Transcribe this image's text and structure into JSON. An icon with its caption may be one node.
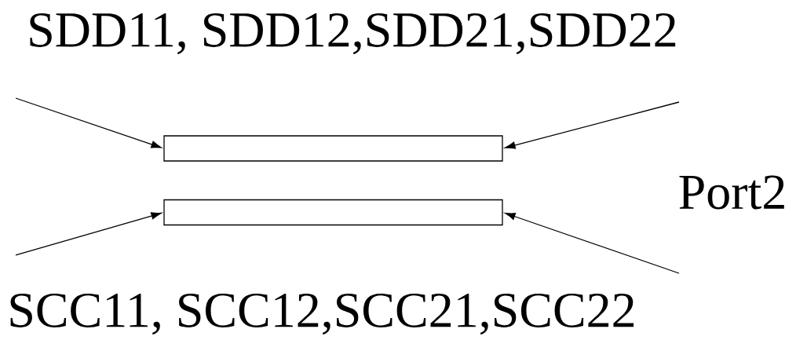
{
  "diagram": {
    "nodes": [
      {
        "text": [],
        "shape": "box"
      },
      {
        "text": [],
        "shape": "box"
      }
    ],
    "edges": [
      {
        "from": null,
        "to": 0,
        "arrow": "to"
      },
      {
        "from": null,
        "to": 0,
        "arrow": "to"
      },
      {
        "from": null,
        "to": 1,
        "arrow": "to"
      },
      {
        "from": null,
        "to": 1,
        "arrow": "to"
      }
    ],
    "labels": [
      "SDD11, SDD12,SDD21,SDD22",
      "Port2",
      "SCC11, SCC12,SCC21,SCC22"
    ]
  }
}
